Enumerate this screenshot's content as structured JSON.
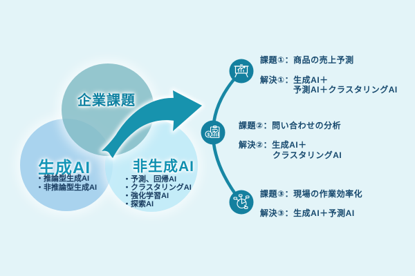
{
  "venn": {
    "top": {
      "label": "企業課題"
    },
    "left": {
      "label": "生成AI",
      "items": [
        "・推論型生成AI",
        "・非推論型生成AI"
      ]
    },
    "right": {
      "label": "非生成AI",
      "items": [
        "・予測、回帰AI",
        "・クラスタリングAI",
        "・強化学習AI",
        "・探索AI"
      ]
    }
  },
  "right_panel": {
    "items": [
      {
        "issue": "課題①：商品の売上予測",
        "solution_line1": "解決①：生成AI＋",
        "solution_line2": "予測AI＋クラスタリングAI",
        "icon": "presentation-chart-icon"
      },
      {
        "issue": "課題②：問い合わせの分析",
        "solution_line1": "解決②：生成AI＋",
        "solution_line2": "クラスタリングAI",
        "icon": "money-report-icon"
      },
      {
        "issue": "課題③：現場の作業効率化",
        "solution_line1": "解決③：生成AI＋予測AI",
        "solution_line2": "",
        "icon": "pie-network-icon"
      }
    ]
  },
  "icons": {
    "dollar_symbol": "$"
  },
  "colors": {
    "background": "#E3F4F8",
    "circle_top": "#94C5CE",
    "circle_left": "#A8D2EE",
    "circle_right": "#C3EBF8",
    "arrow": "#1793AE",
    "connector": "#1887A4",
    "icon_circle": "#14809F",
    "heading_text": "#0E81A1",
    "label_left_text": "#1596B8",
    "label_right_text": "#0F8FB0",
    "body_text": "#17496E",
    "list_text": "#16395D"
  }
}
